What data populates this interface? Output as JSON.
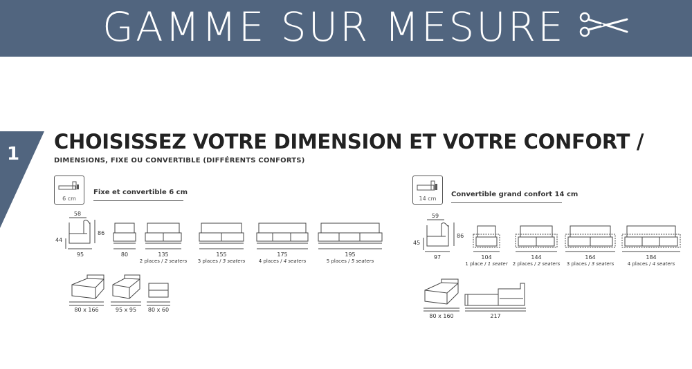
{
  "banner": {
    "title": "GAMME SUR MESURE",
    "color": "#51657f"
  },
  "step": {
    "number": "1"
  },
  "heading": "CHOISISSEZ VOTRE DIMENSION ET VOTRE CONFORT /",
  "subheading": "DIMENSIONS, FIXE OU CONVERTIBLE (DIFFÉRENTS CONFORTS)",
  "left": {
    "thickness": "6 cm",
    "title": "Fixe et convertible 6 cm",
    "side": {
      "depth": "58",
      "seat_height": "44",
      "back_height": "86",
      "width": "95"
    },
    "sofas": [
      {
        "width": "80",
        "places": "",
        "seaters": ""
      },
      {
        "width": "135",
        "places": "2 places / ",
        "seaters": "2 seaters"
      },
      {
        "width": "155",
        "places": "3 places / ",
        "seaters": "3 seaters"
      },
      {
        "width": "175",
        "places": "4 places / ",
        "seaters": "4 seaters"
      },
      {
        "width": "195",
        "places": "5 places / ",
        "seaters": "5 seaters"
      }
    ],
    "beds": [
      "80 x 166",
      "95 x 95",
      "80 x 60"
    ]
  },
  "right": {
    "thickness": "14 cm",
    "title": "Convertible grand confort 14 cm",
    "side": {
      "depth": "59",
      "seat_height": "45",
      "back_height": "86",
      "width": "97"
    },
    "sofas": [
      {
        "width": "104",
        "places": "1 place / ",
        "seaters": "1 seater"
      },
      {
        "width": "144",
        "places": "2 places / ",
        "seaters": "2 seaters"
      },
      {
        "width": "164",
        "places": "3 places / ",
        "seaters": "3 seaters"
      },
      {
        "width": "184",
        "places": "4 places / ",
        "seaters": "4 seaters"
      }
    ],
    "beds": [
      "80 x 160",
      "217"
    ]
  }
}
